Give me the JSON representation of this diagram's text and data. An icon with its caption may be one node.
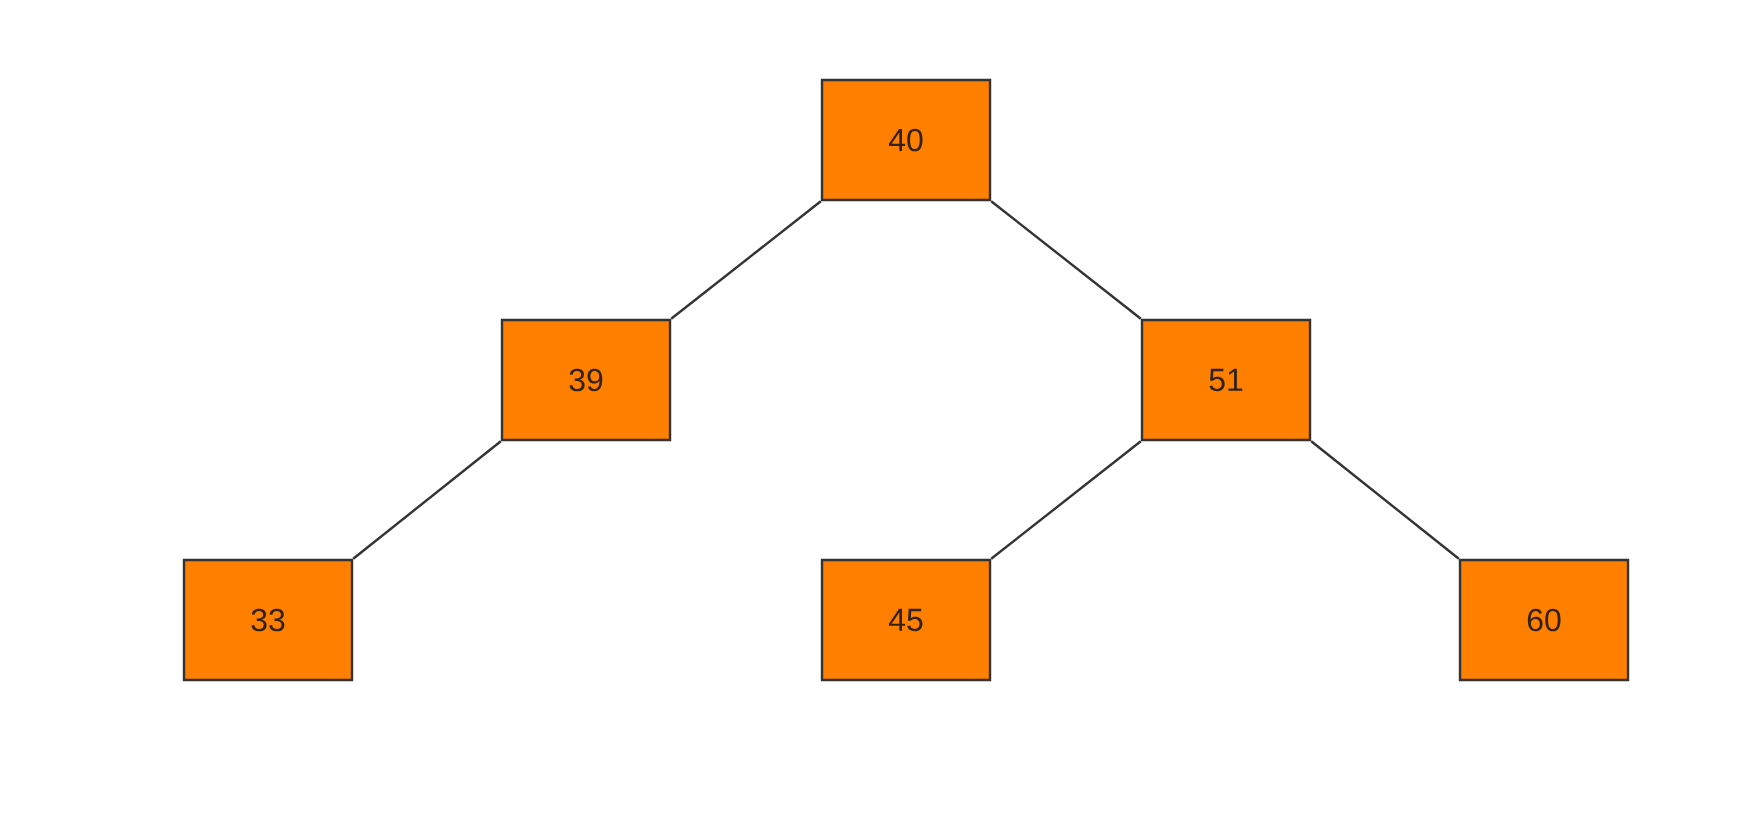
{
  "diagram": {
    "nodes": [
      {
        "text": [
          "40"
        ]
      },
      {
        "text": [
          "39"
        ]
      },
      {
        "text": [
          "51"
        ]
      },
      {
        "text": [
          "33"
        ]
      },
      {
        "text": [
          "45"
        ]
      },
      {
        "text": [
          "60"
        ]
      }
    ],
    "edges": [
      {
        "from": 0,
        "to": 1,
        "arrow": "none"
      },
      {
        "from": 0,
        "to": 2,
        "arrow": "none"
      },
      {
        "from": 1,
        "to": 3,
        "arrow": "none"
      },
      {
        "from": 2,
        "to": 4,
        "arrow": "none"
      },
      {
        "from": 2,
        "to": 5,
        "arrow": "none"
      }
    ]
  }
}
